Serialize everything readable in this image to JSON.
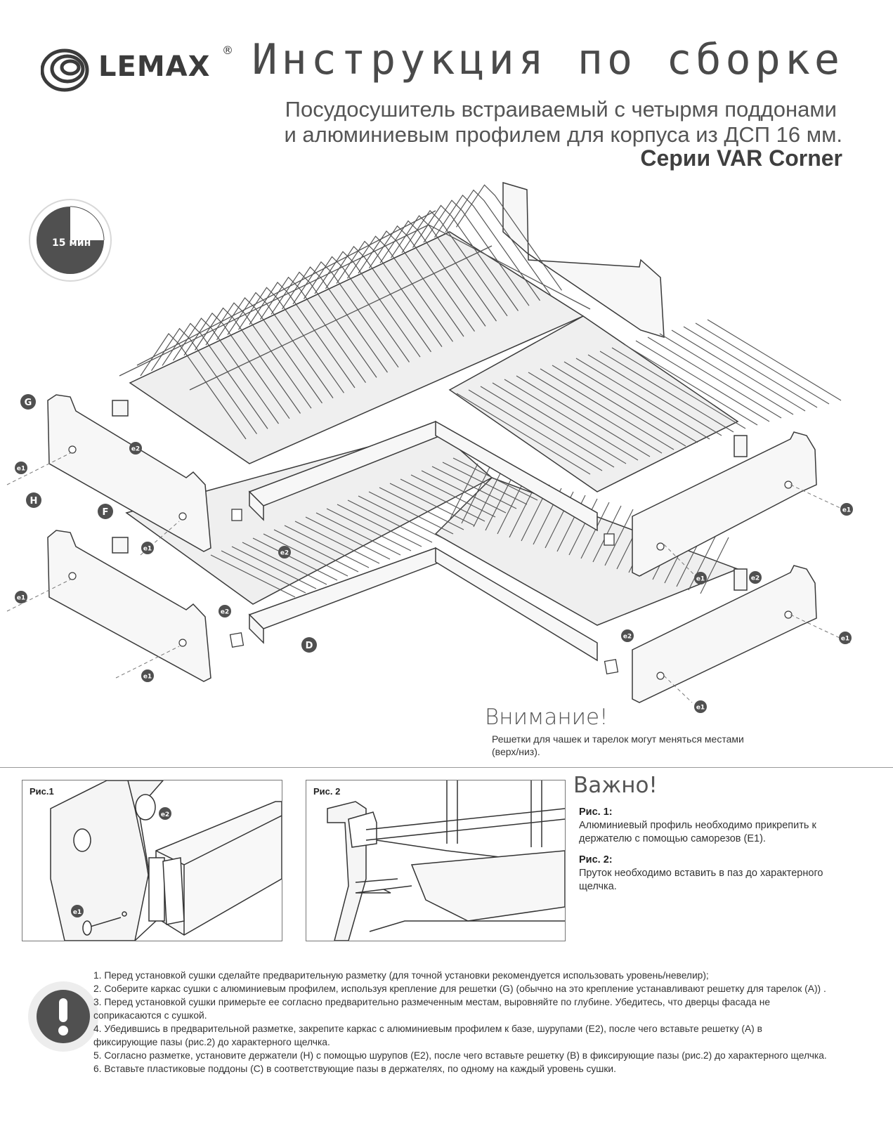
{
  "brand": {
    "name": "LEMAX",
    "registered": "®"
  },
  "header": {
    "title": "Инструкция по сборке",
    "subtitle_line1": "Посудосушитель встраиваемый с четырмя поддонами",
    "subtitle_line2": "и алюминиевым профилем для корпуса из ДСП 16 мм.",
    "series": "Серии VAR Corner"
  },
  "timer": {
    "label": "15 мин"
  },
  "diagram_labels": {
    "G": "G",
    "H": "H",
    "F": "F",
    "D": "D",
    "e1": "e1",
    "e2": "e2"
  },
  "attention": {
    "title": "Внимание!",
    "text_line1": "Решетки для чашек и тарелок могут меняться местами",
    "text_line2": "(верх/низ)."
  },
  "figures": {
    "fig1_label": "Рис.1",
    "fig2_label": "Рис. 2"
  },
  "important": {
    "title": "Важно!",
    "item1_head": "Рис. 1:",
    "item1_line1": "Алюминиевый профиль необходимо прикрепить к",
    "item1_line2": "держателю с помощью саморезов (E1).",
    "item2_head": "Рис. 2:",
    "item2_line1": "Пруток необходимо вставить в паз до характерного",
    "item2_line2": "щелчка."
  },
  "steps": [
    "1. Перед установкой сушки сделайте предварительную разметку (для точной установки рекомендуется использовать уровень/невелир);",
    "2. Соберите каркас сушки с алюминиевым профилем, используя крепление для решетки (G) (обычно на это крепление устанавливают решетку для тарелок (A)) .",
    "3. Перед установкой сушки примерьте ее согласно предварительно размеченным местам, выровняйте по глубине. Убедитесь, что дверцы фасада не",
    "соприкасаются с сушкой.",
    "4. Убедившись в предварительной разметке, закрепите каркас с алюминиевым профилем к базе, шурупами (E2), после чего вставьте решетку (A) в",
    "фиксирующие пазы (рис.2) до характерного щелчка.",
    "5. Согласно разметке, установите  держатели (H)  с помощью шурупов (E2), после чего вставьте решетку (B) в фиксирующие пазы  (рис.2) до характерного щелчка.",
    "6. Вставьте пластиковые поддоны (C) в соответствующие пазы в держателях, по одному на каждый уровень сушки."
  ]
}
